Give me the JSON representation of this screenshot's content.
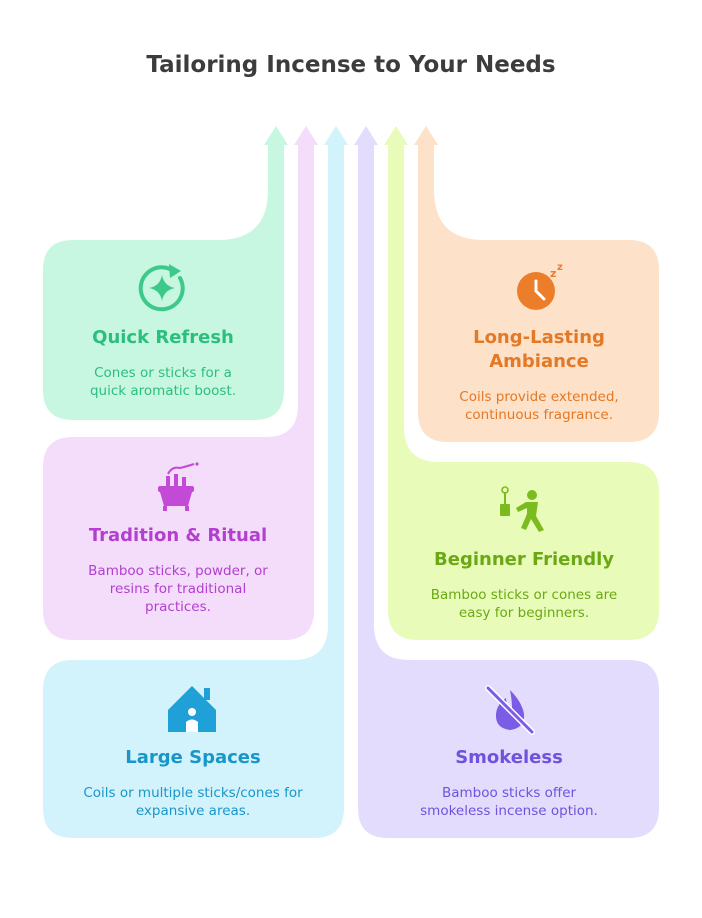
{
  "title": "Tailoring Incense to Your Needs",
  "cards": [
    {
      "title": "Quick Refresh",
      "description": "Cones or sticks for a quick aromatic boost.",
      "icon": "refresh-sparkle-icon",
      "fill": "#c7f7e0",
      "accent": "#3cc98a",
      "text_color": "#2bbf7e"
    },
    {
      "title": "Tradition & Ritual",
      "description": "Bamboo sticks, powder, or resins for traditional practices.",
      "icon": "ritual-bath-icon",
      "fill": "#f4dcfb",
      "accent": "#c24ad6",
      "text_color": "#b33fd0"
    },
    {
      "title": "Large Spaces",
      "description": "Coils or multiple sticks/cones for expansive areas.",
      "icon": "house-icon",
      "fill": "#d2f2fc",
      "accent": "#1fa0d6",
      "text_color": "#1996c9"
    },
    {
      "title": "Long-Lasting Ambiance",
      "description": "Coils provide extended, continuous fragrance.",
      "icon": "sleep-clock-icon",
      "fill": "#fde1c8",
      "accent": "#ec7d2b",
      "text_color": "#e37926"
    },
    {
      "title": "Beginner Friendly",
      "description": "Bamboo sticks or cones are easy for beginners.",
      "icon": "person-incense-icon",
      "fill": "#e8fbb8",
      "accent": "#7cbb1f",
      "text_color": "#6aa915"
    },
    {
      "title": "Smokeless",
      "description": "Bamboo sticks offer smokeless incense option.",
      "icon": "no-smoke-icon",
      "fill": "#e4dcfd",
      "accent": "#7b5ce6",
      "text_color": "#6f52de"
    }
  ]
}
